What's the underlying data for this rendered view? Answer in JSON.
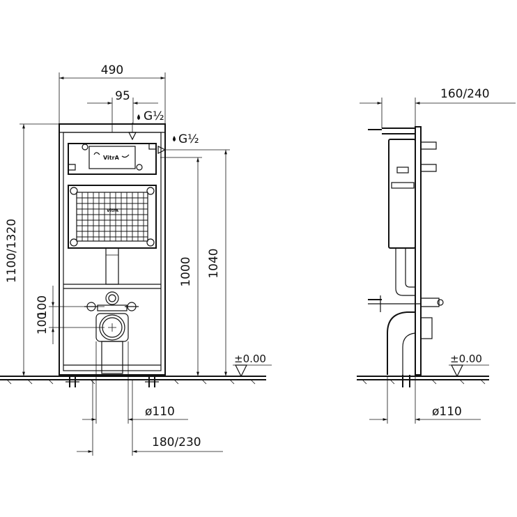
{
  "front_view": {
    "width": "490",
    "inlet_offset": "95",
    "thread_top": "G½",
    "thread_side": "G½",
    "brand_logo": "VitrA",
    "frame_height": "1100/1320",
    "dim_1000": "1000",
    "dim_1040": "1040",
    "dim_100_a": "100",
    "dim_100_b": "100",
    "floor_level": "±0.00",
    "pipe_diameter": "ø110",
    "pipe_offset": "180/230"
  },
  "side_view": {
    "depth": "160/240",
    "floor_level": "±0.00",
    "pipe_diameter": "ø110"
  }
}
